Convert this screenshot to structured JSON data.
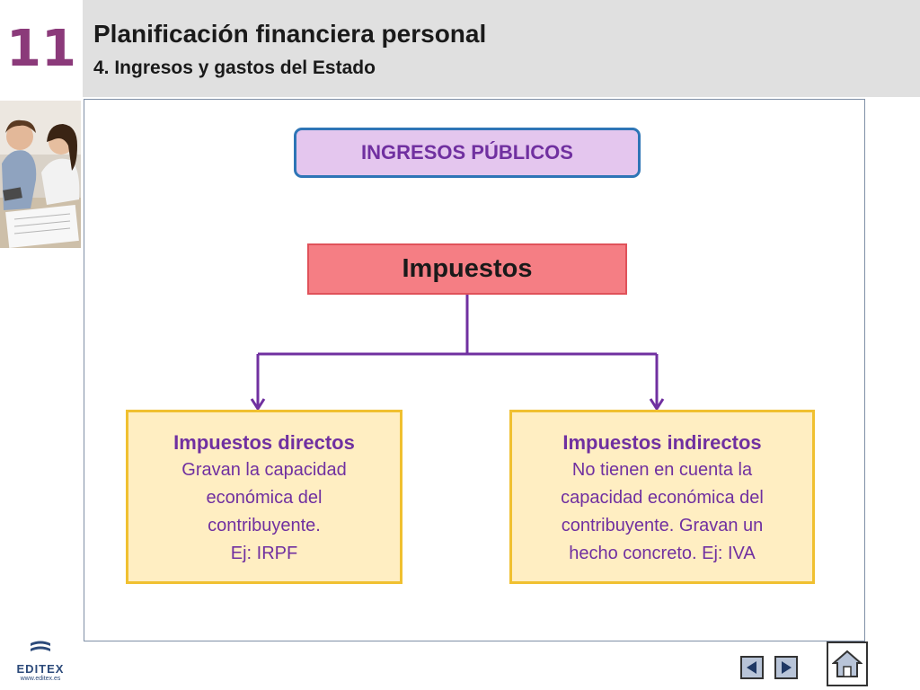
{
  "header": {
    "chapter_number": "11",
    "title": "Planificación financiera personal",
    "subtitle": "4. Ingresos y gastos del Estado"
  },
  "diagram": {
    "root_label": "INGRESOS PÚBLICOS",
    "main_label": "Impuestos",
    "directos": {
      "title": "Impuestos directos",
      "description": "Gravan la capacidad económica del contribuyente.",
      "example": "Ej: IRPF"
    },
    "indirectos": {
      "title": "Impuestos indirectos",
      "description": "No tienen en cuenta la capacidad económica del contribuyente. Gravan un hecho concreto. Ej: IVA"
    }
  },
  "footer": {
    "logo_text": "EDITEX",
    "logo_url": "www.editex.es",
    "icons": [
      "prev-arrow-icon",
      "next-arrow-icon",
      "home-icon"
    ]
  },
  "colors": {
    "accent": "#8b3a7a",
    "purple_text": "#7030a0",
    "connector": "#7030a0",
    "root_fill": "#e4c6ee",
    "root_border": "#2e75b6",
    "main_fill": "#f57e84",
    "leaf_fill": "#ffeec2",
    "leaf_border": "#f0c030"
  }
}
